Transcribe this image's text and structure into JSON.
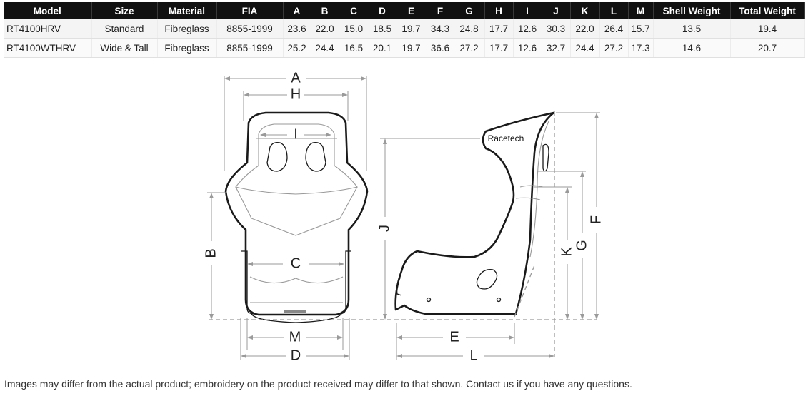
{
  "table": {
    "headers": [
      "Model",
      "Size",
      "Material",
      "FIA",
      "A",
      "B",
      "C",
      "D",
      "E",
      "F",
      "G",
      "H",
      "I",
      "J",
      "K",
      "L",
      "M",
      "Shell Weight",
      "Total Weight"
    ],
    "rows": [
      [
        "RT4100HRV",
        "Standard",
        "Fibreglass",
        "8855-1999",
        "23.6",
        "22.0",
        "15.0",
        "18.5",
        "19.7",
        "34.3",
        "24.8",
        "17.7",
        "12.6",
        "30.3",
        "22.0",
        "26.4",
        "15.7",
        "13.5",
        "19.4"
      ],
      [
        "RT4100WTHRV",
        "Wide & Tall",
        "Fibreglass",
        "8855-1999",
        "25.2",
        "24.4",
        "16.5",
        "20.1",
        "19.7",
        "36.6",
        "27.2",
        "17.7",
        "12.6",
        "32.7",
        "24.4",
        "27.2",
        "17.3",
        "14.6",
        "20.7"
      ]
    ]
  },
  "diagram": {
    "brand": "Racetech",
    "labels": {
      "A": "A",
      "B": "B",
      "C": "C",
      "D": "D",
      "E": "E",
      "F": "F",
      "G": "G",
      "H": "H",
      "I": "I",
      "J": "J",
      "K": "K",
      "L": "L",
      "M": "M"
    }
  },
  "disclaimer": "Images may differ from the actual product; embroidery on the product received may differ to that shown. Contact us if you have any questions."
}
